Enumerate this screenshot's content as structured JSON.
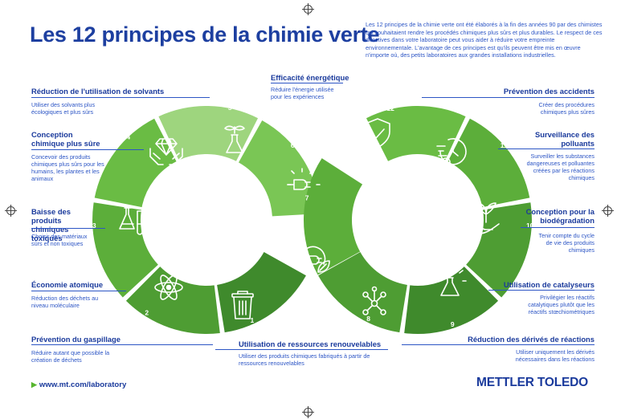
{
  "title": "Les 12 principes de la chimie verte",
  "intro": "Les 12 principes de la chimie verte ont été élaborés à la fin des années 90 par des chimistes qui souhaitaient rendre les procédés chimiques plus sûrs et plus durables. Le respect de ces directives dans votre laboratoire peut vous aider à réduire votre empreinte environnementale. L'avantage de ces principes est qu'ils peuvent être mis en œuvre n'importe où, des petits laboratoires aux grandes installations industrielles.",
  "principles": [
    {
      "num": "1",
      "title": "Prévention du gaspillage",
      "desc": "Réduire autant que possible la création de déchets",
      "icon": "trash-icon",
      "color": "#3f8a2c"
    },
    {
      "num": "2",
      "title": "Économie atomique",
      "desc": "Réduction des déchets au niveau moléculaire",
      "icon": "atom-icon",
      "color": "#4e9d33"
    },
    {
      "num": "3",
      "title": "Baisse des produits chimiques toxiques",
      "desc": "Choisir des matériaux sûrs et non toxiques",
      "icon": "flask-icon",
      "color": "#5cae3a"
    },
    {
      "num": "4",
      "title": "Conception chimique plus sûre",
      "desc": "Concevoir des produits chimiques plus sûrs pour les humains, les plantes et les animaux",
      "icon": "diamond-hands-icon",
      "color": "#6abc44"
    },
    {
      "num": "5",
      "title": "Réduction de l'utilisation de solvants",
      "desc": "Utiliser des solvants plus écologiques et plus sûrs",
      "icon": "plant-flask-icon",
      "color": "#9ed57e"
    },
    {
      "num": "6",
      "title": "Efficacité énergétique",
      "desc": "Réduire l'énergie utilisée pour les expériences",
      "icon": "plug-light-icon",
      "color": "#7ac655"
    },
    {
      "num": "7",
      "title": "Utilisation de ressources renouvelables",
      "desc": "Utiliser des produits chimiques fabriqués à partir de ressources renouvelables",
      "icon": "plug-leaf-icon",
      "color": "#5cae3a"
    },
    {
      "num": "8",
      "title": "Réduction des dérivés de réactions",
      "desc": "Utiliser uniquement les dérivés nécessaires dans les réactions",
      "icon": "molecule-icon",
      "color": "#4e9d33"
    },
    {
      "num": "9",
      "title": "Utilisation de catalyseurs",
      "desc": "Privilégier les réactifs catalytiques plutôt que les réactifs stœchiométriques",
      "icon": "catalyst-icon",
      "color": "#3f8a2c"
    },
    {
      "num": "10",
      "title": "Conception pour la biodégradation",
      "desc": "Tenir compte du cycle de vie des produits chimiques",
      "icon": "hand-plant-icon",
      "color": "#4e9d33"
    },
    {
      "num": "11",
      "title": "Surveillance des polluants",
      "desc": "Surveiller les substances dangereuses et polluantes créées par les réactions chimiques",
      "icon": "timer-icon",
      "color": "#5cae3a"
    },
    {
      "num": "12",
      "title": "Prévention des accidents",
      "desc": "Créer des procédures chimiques plus sûres",
      "icon": "shield-check-icon",
      "color": "#6abc44"
    }
  ],
  "url": "www.mt.com/laboratory",
  "logo": "METTLER TOLEDO"
}
